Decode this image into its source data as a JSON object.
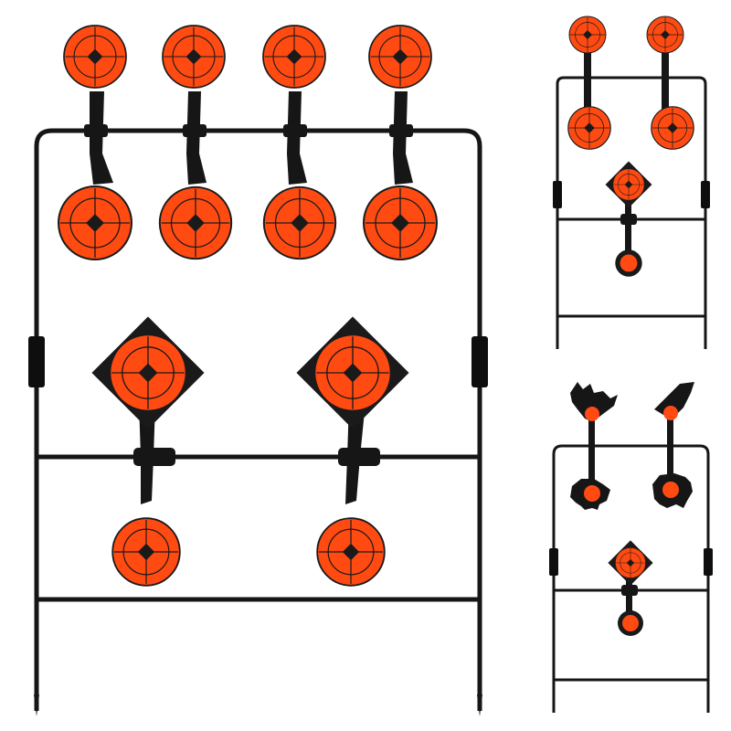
{
  "colors": {
    "background": "#ffffff",
    "frame": "#161616",
    "target_face": "#ff4a12",
    "target_lines": "#1a1a1a"
  },
  "products": [
    {
      "name": "large-spinner-target-stand",
      "top_targets": 4,
      "bottom_targets": 2
    },
    {
      "name": "small-spinner-target-stand-round",
      "top_targets": 2,
      "bottom_targets": 1
    },
    {
      "name": "small-spinner-target-stand-animals",
      "animal_targets": [
        "rooster",
        "bird",
        "pig",
        "ram"
      ],
      "bottom_targets": 1
    }
  ]
}
